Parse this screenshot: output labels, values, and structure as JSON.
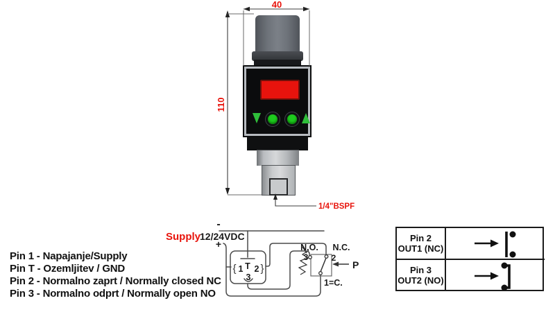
{
  "colors": {
    "accent_red": "#e8140c",
    "display_red": "#e8130d",
    "button_green": "#1ecb1e",
    "arrow_green": "#2fbe3a",
    "wire_gray": "#4a4a4a"
  },
  "device": {
    "width_dim": "40",
    "height_dim": "110",
    "thread_label": "1/4\"BSPF"
  },
  "pin_legend": {
    "lines": [
      "Pin 1 - Napajanje/Supply",
      "Pin T - Ozemljitev / GND",
      "Pin 2 - Normalno zaprt / Normally closed NC",
      "Pin 3 - Normalno odprt / Normally open NO"
    ]
  },
  "wiring": {
    "supply_label": "Supply",
    "voltage_label": "12/24VDC",
    "minus": "-",
    "plus": "+",
    "pin1": "1",
    "pin_t": "T",
    "pin2": "2",
    "pin3": "3",
    "brace_left": "{",
    "brace_right": "}",
    "no_label": "N.O.",
    "no_pin": "3",
    "nc_label": "N.C.",
    "nc_pin": "2",
    "pressure_label": "P",
    "common_label": "1=C."
  },
  "output_table": {
    "rows": [
      {
        "pin": "Pin 2",
        "out": "OUT1 (NC)"
      },
      {
        "pin": "Pin 3",
        "out": "OUT2 (NO)"
      }
    ]
  }
}
